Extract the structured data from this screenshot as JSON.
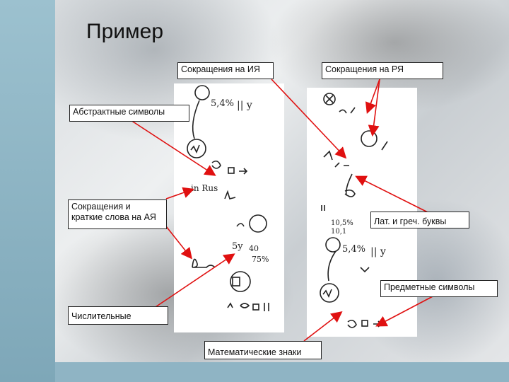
{
  "title": "Пример",
  "labels": {
    "abbr_foreign": "Сокращения на ИЯ",
    "abbr_russian": "Сокращения на РЯ",
    "abstract_symbols": "Абстрактные символы",
    "abbr_short_words": "Сокращения и краткие слова на АЯ",
    "latin_greek": "Лат. и греч. буквы",
    "subject_symbols": "Предметные символы",
    "numerals": "Числительные",
    "math_signs": "Математические знаки"
  },
  "handwriting_left": {
    "line1": "5,4%",
    "line2": "|| y",
    "line3": "in Rus",
    "line4": "5y",
    "line5": "40",
    "line6": "75%"
  },
  "handwriting_right": {
    "line1": "10,5%",
    "line2": "10,1",
    "line3": "5,4%",
    "line4": "|| y"
  },
  "colors": {
    "arrow": "#e01010",
    "label_border": "#222222"
  }
}
